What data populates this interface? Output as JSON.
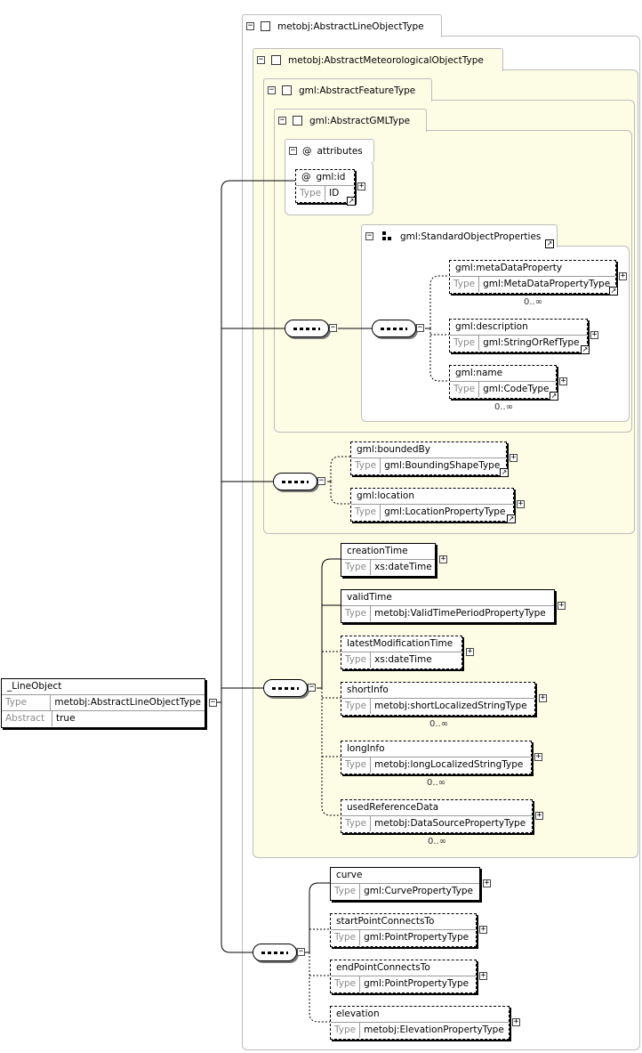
{
  "root": {
    "name": "_LineObject",
    "type_label": "Type",
    "type_value": "metobj:AbstractLineObjectType",
    "abstract_label": "Abstract",
    "abstract_value": "true"
  },
  "panels": {
    "line_object_type": "metobj:AbstractLineObjectType",
    "meteorological_object_type": "metobj:AbstractMeteorologicalObjectType",
    "feature_type": "gml:AbstractFeatureType",
    "gml_type": "gml:AbstractGMLType",
    "attributes": "attributes",
    "attributes_symbol": "@"
  },
  "gml_id": {
    "name": "gml:id",
    "symbol": "@",
    "type_label": "Type",
    "type_value": "ID"
  },
  "standard_object_properties": "gml:StandardObjectProperties",
  "elements": {
    "metaDataProperty": {
      "name": "gml:metaDataProperty",
      "type_label": "Type",
      "type_value": "gml:MetaDataPropertyType",
      "card": "0..∞"
    },
    "description": {
      "name": "gml:description",
      "type_label": "Type",
      "type_value": "gml:StringOrRefType"
    },
    "gml_name": {
      "name": "gml:name",
      "type_label": "Type",
      "type_value": "gml:CodeType",
      "card": "0..∞"
    },
    "boundedBy": {
      "name": "gml:boundedBy",
      "type_label": "Type",
      "type_value": "gml:BoundingShapeType"
    },
    "location": {
      "name": "gml:location",
      "type_label": "Type",
      "type_value": "gml:LocationPropertyType"
    },
    "creationTime": {
      "name": "creationTime",
      "type_label": "Type",
      "type_value": "xs:dateTime"
    },
    "validTime": {
      "name": "validTime",
      "type_label": "Type",
      "type_value": "metobj:ValidTimePeriodPropertyType"
    },
    "latestModificationTime": {
      "name": "latestModificationTime",
      "type_label": "Type",
      "type_value": "xs:dateTime"
    },
    "shortInfo": {
      "name": "shortInfo",
      "type_label": "Type",
      "type_value": "metobj:shortLocalizedStringType",
      "card": "0..∞"
    },
    "longInfo": {
      "name": "longInfo",
      "type_label": "Type",
      "type_value": "metobj:longLocalizedStringType",
      "card": "0..∞"
    },
    "usedReferenceData": {
      "name": "usedReferenceData",
      "type_label": "Type",
      "type_value": "metobj:DataSourcePropertyType",
      "card": "0..∞"
    },
    "curve": {
      "name": "curve",
      "type_label": "Type",
      "type_value": "gml:CurvePropertyType"
    },
    "startPointConnectsTo": {
      "name": "startPointConnectsTo",
      "type_label": "Type",
      "type_value": "gml:PointPropertyType"
    },
    "endPointConnectsTo": {
      "name": "endPointConnectsTo",
      "type_label": "Type",
      "type_value": "gml:PointPropertyType"
    },
    "elevation": {
      "name": "elevation",
      "type_label": "Type",
      "type_value": "metobj:ElevationPropertyType"
    }
  },
  "icons": {
    "collapse": "−",
    "expand": "+",
    "link": "↗",
    "group": "group-icon"
  }
}
